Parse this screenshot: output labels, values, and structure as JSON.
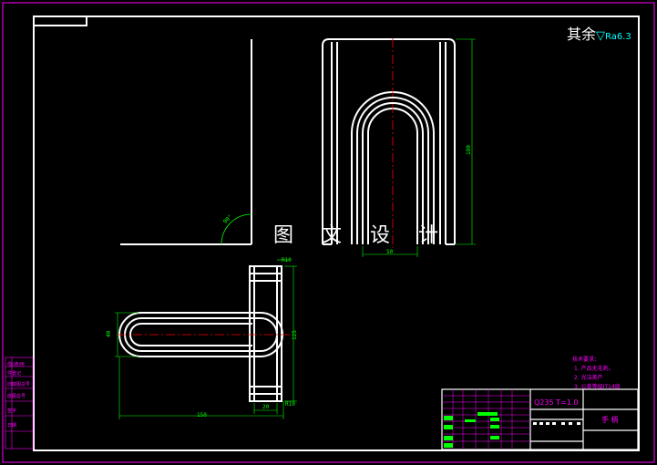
{
  "watermark": "图 文 设 计",
  "roughness": {
    "prefix": "其余",
    "symbol": "▽",
    "value": "Ra6.3"
  },
  "dimensions": {
    "top_height": "180",
    "top_width": "50",
    "bend_angle": "90°",
    "plan_width_small": "R10",
    "plan_height": "125",
    "plan_left": "40",
    "plan_bottom_small": "20",
    "plan_bottom_r": "R10",
    "plan_length": "150"
  },
  "notes": [
    "技术要求：",
    "1. 产品无毛刺。",
    "2. 光洁美产",
    "3. 公差等级IT14级"
  ],
  "title_block": {
    "material": "Q235  T=1.0",
    "part_name": "手 柄"
  },
  "side_labels": [
    "借(通)用",
    "件登记",
    "旧底图总号",
    "底图总号",
    "签字",
    "日期"
  ],
  "colors": {
    "frame": "#ffffff",
    "centerline": "#ff0000",
    "dimension": "#00ff00",
    "annotation": "#ff00ff"
  }
}
